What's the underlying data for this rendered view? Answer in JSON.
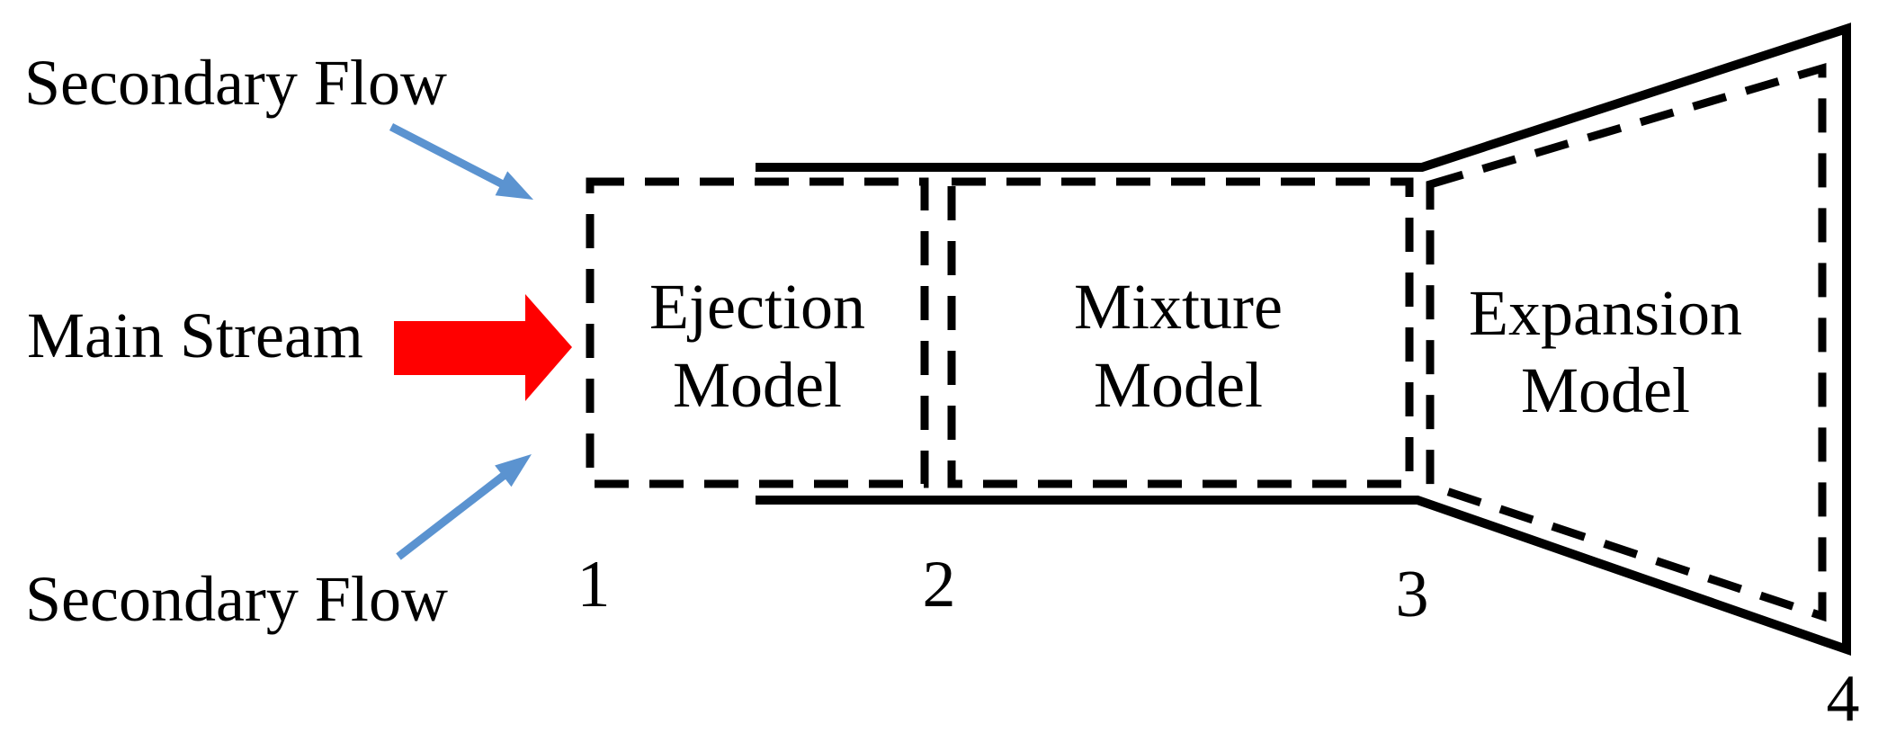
{
  "figure": {
    "background": "#ffffff",
    "annotations": {
      "secondary_flow_top": "Secondary Flow",
      "main_stream": "Main Stream",
      "secondary_flow_bottom": "Secondary Flow"
    },
    "blocks": {
      "ejection": {
        "line1": "Ejection",
        "line2": "Model"
      },
      "mixture": {
        "line1": "Mixture",
        "line2": "Model"
      },
      "expansion": {
        "line1": "Expansion",
        "line2": "Model"
      }
    },
    "stations": {
      "s1": "1",
      "s2": "2",
      "s3": "3",
      "s4": "4"
    },
    "colors": {
      "main_stream_arrow": "#ff0000",
      "secondary_flow_arrow": "#5b93d0",
      "outline": "#000000"
    }
  }
}
